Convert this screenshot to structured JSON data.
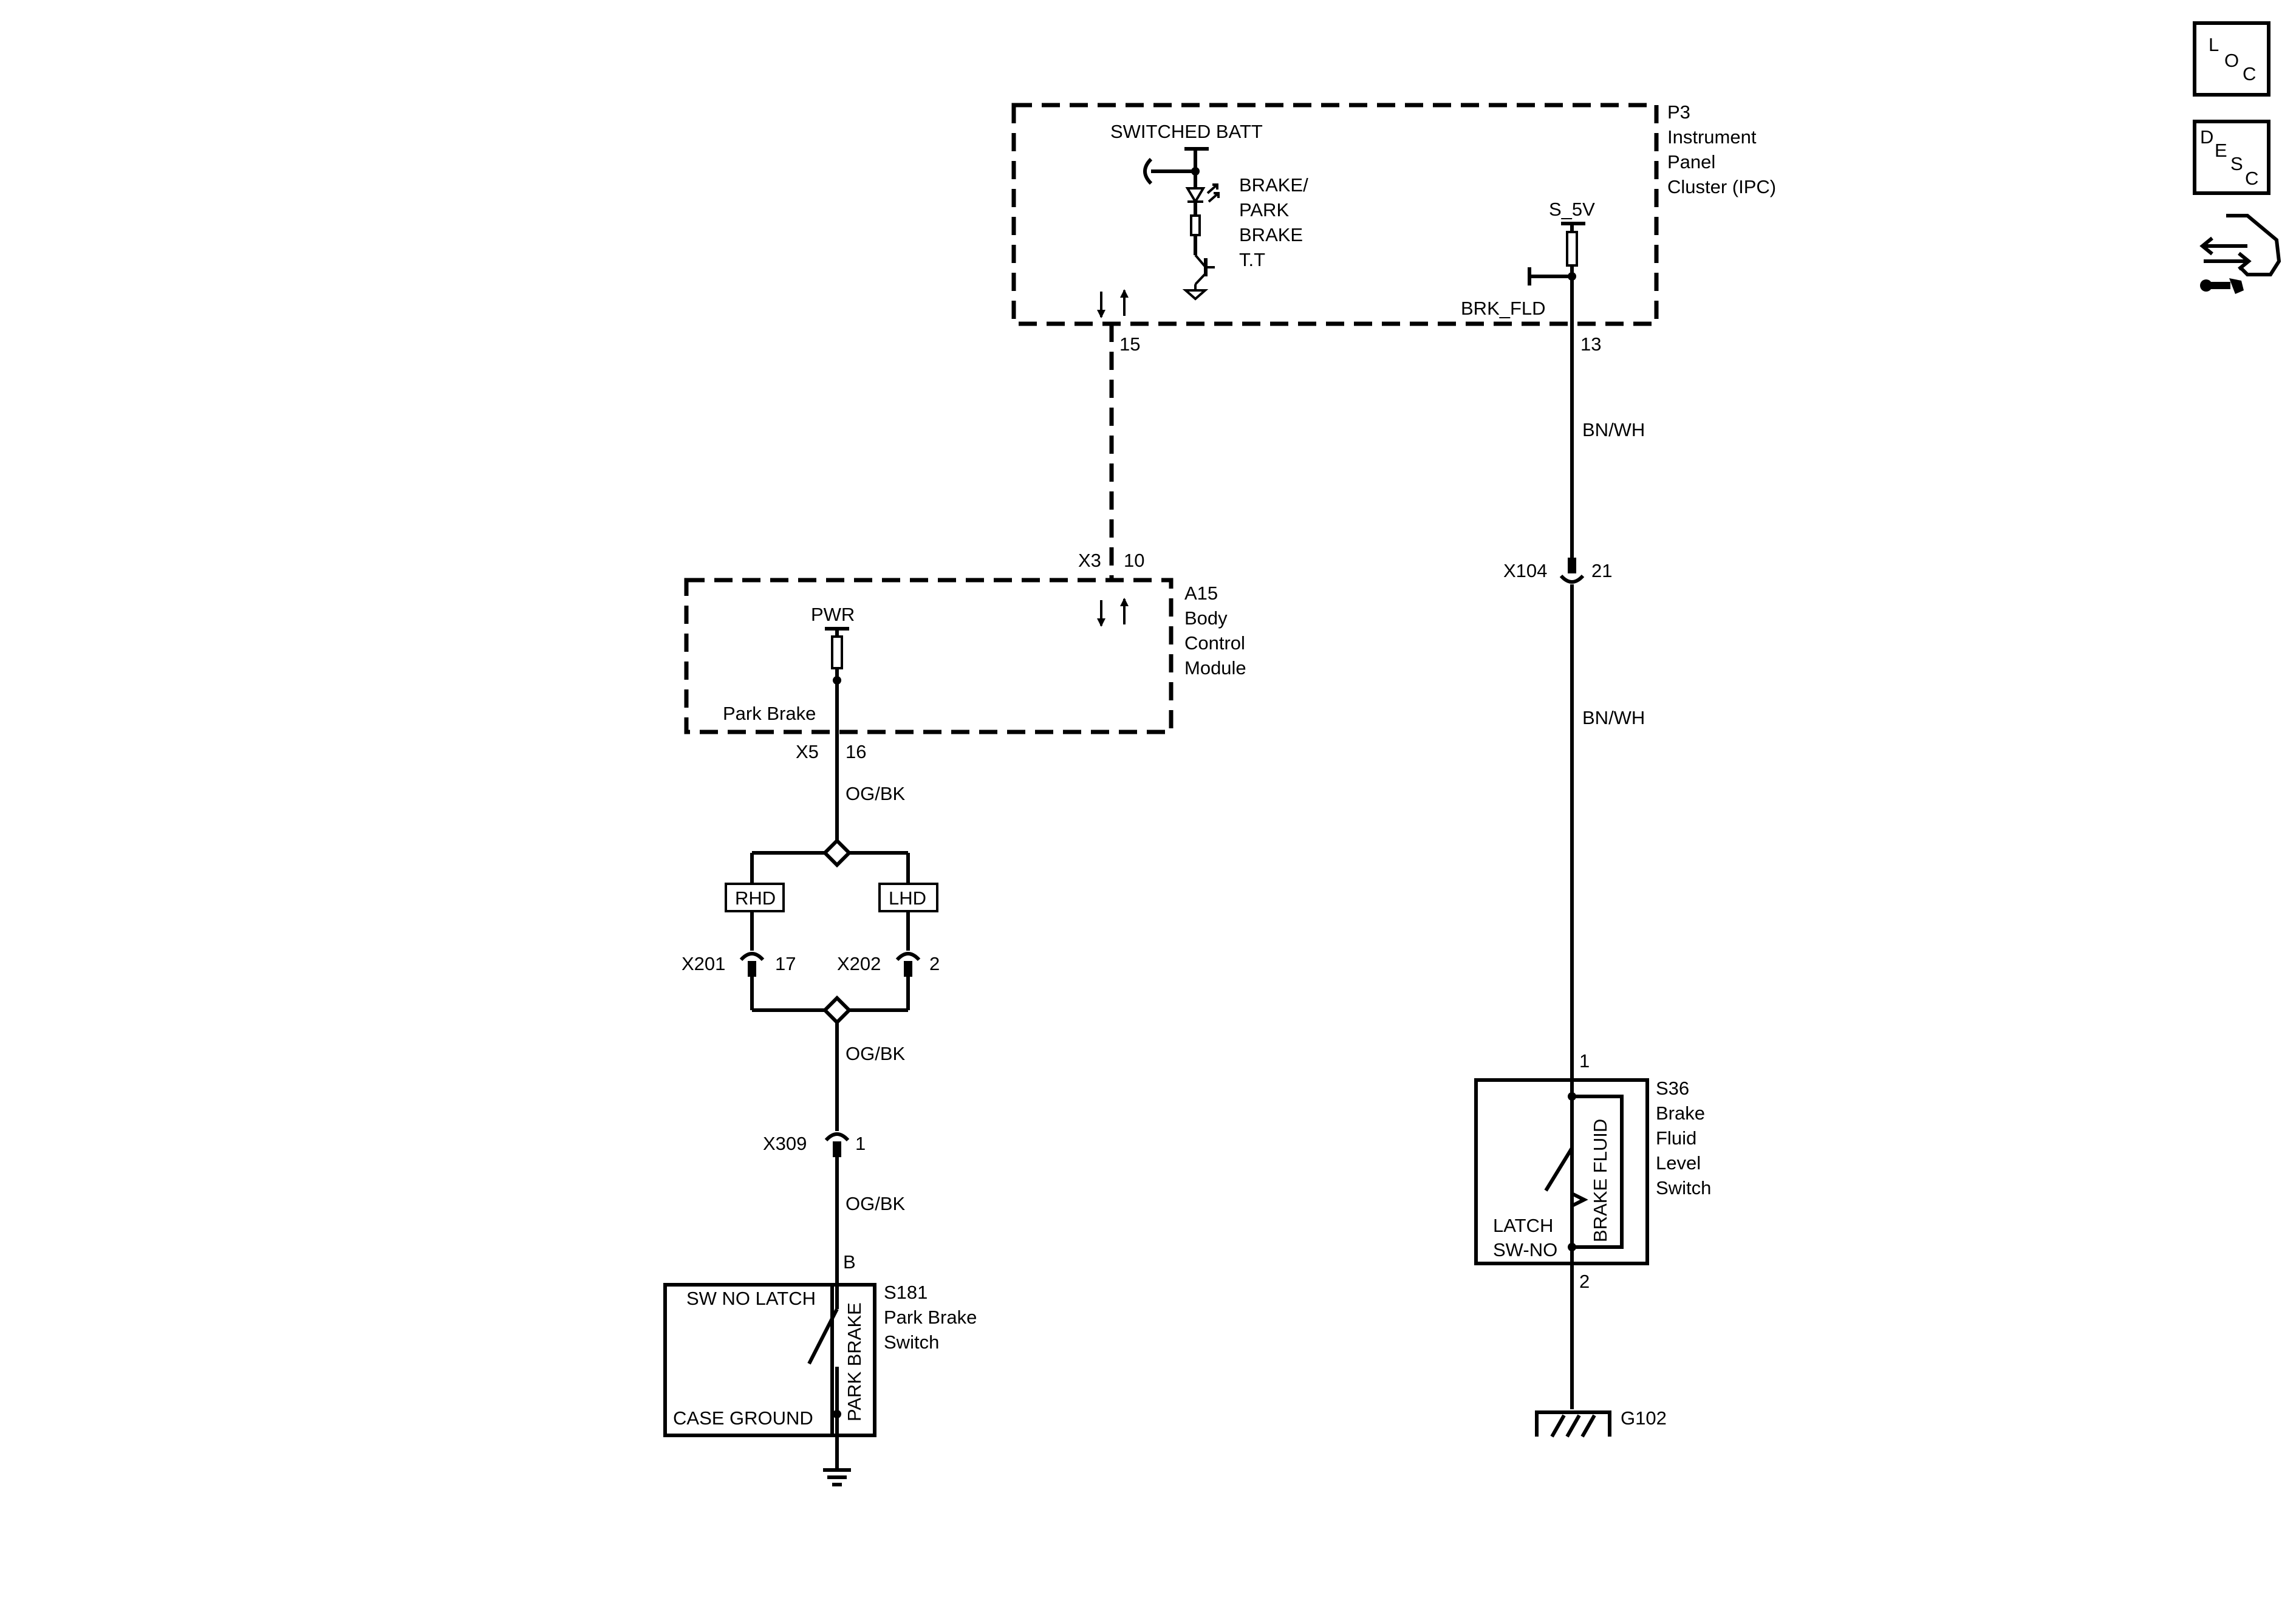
{
  "nav": {
    "loc": {
      "l": "L",
      "o": "O",
      "c": "C"
    },
    "desc": {
      "d": "D",
      "e": "E",
      "s": "S",
      "c": "C"
    },
    "connector_view_icon": "connector-view-icon"
  },
  "ipc": {
    "id": "P3",
    "name_lines": [
      "Instrument",
      "Panel",
      "Cluster (IPC)"
    ],
    "switched_batt": "SWITCHED BATT",
    "lamp_lines": [
      "BRAKE/",
      "PARK",
      "BRAKE",
      "T.T"
    ],
    "s5v": "S_5V",
    "brk_fld": "BRK_FLD",
    "pin_15": "15",
    "pin_13": "13"
  },
  "bcm": {
    "id": "A15",
    "name_lines": [
      "Body",
      "Control",
      "Module"
    ],
    "pwr": "PWR",
    "park_brake": "Park Brake",
    "x3": "X3",
    "pin_10": "10",
    "x5": "X5",
    "pin_16": "16"
  },
  "wires": {
    "og_bk_1": "OG/BK",
    "og_bk_2": "OG/BK",
    "og_bk_3": "OG/BK",
    "bn_wh_1": "BN/WH",
    "bn_wh_2": "BN/WH"
  },
  "options": {
    "rhd": "RHD",
    "lhd": "LHD"
  },
  "connectors": {
    "x201": "X201",
    "x201_pin": "17",
    "x202": "X202",
    "x202_pin": "2",
    "x309": "X309",
    "x309_pin": "1",
    "x104": "X104",
    "x104_pin": "21"
  },
  "park_switch": {
    "pin_b": "B",
    "id": "S181",
    "name_lines": [
      "Park Brake",
      "Switch"
    ],
    "sw_type": "SW NO LATCH",
    "vertical": "PARK BRAKE",
    "case_ground": "CASE GROUND"
  },
  "fluid_switch": {
    "pin_1": "1",
    "pin_2": "2",
    "id": "S36",
    "name_lines": [
      "Brake",
      "Fluid",
      "Level",
      "Switch"
    ],
    "vertical": "BRAKE FLUID",
    "latch": "LATCH",
    "sw_no": "SW-NO"
  },
  "ground": {
    "g102": "G102"
  }
}
